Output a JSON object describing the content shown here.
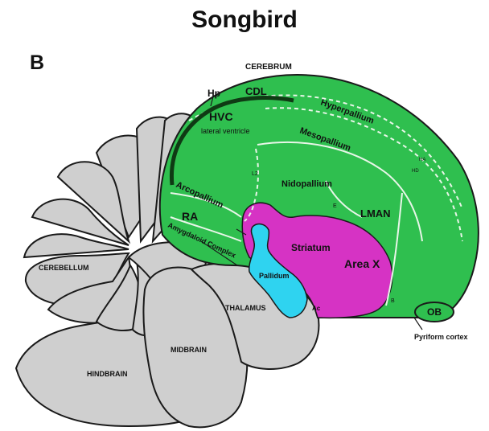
{
  "title": "Songbird",
  "panel_letter": "B",
  "colors": {
    "pallium_green": "#2fbf4f",
    "striatum_magenta": "#d633c4",
    "pallidum_cyan": "#2fd3f0",
    "hindbrain_gray": "#cfcfcf",
    "outline": "#1a1a1a"
  },
  "labels": {
    "cerebrum": "CEREBRUM",
    "hp": "Hp",
    "cdl": "CDL",
    "hvc": "HVC",
    "lateral_ventricle": "lateral ventricle",
    "hyperpallium": "Hyperpallium",
    "mesopallium": "Mesopallium",
    "nidopallium": "Nidopallium",
    "arcopallium": "Arcopallium",
    "ra": "RA",
    "amygdaloid_complex": "Amygdaloid Complex",
    "lman": "LMAN",
    "striatum": "Striatum",
    "area_x": "Area X",
    "pallidum": "Pallidum",
    "ac": "Ac",
    "ob": "OB",
    "pyriform_cortex": "Pyriform cortex",
    "cerebellum": "CEREBELLUM",
    "thalamus": "THALAMUS",
    "midbrain": "MIDBRAIN",
    "hindbrain": "HINDBRAIN",
    "l2": "L2",
    "e": "E",
    "b": "B",
    "ha": "HA",
    "hd": "HD"
  }
}
